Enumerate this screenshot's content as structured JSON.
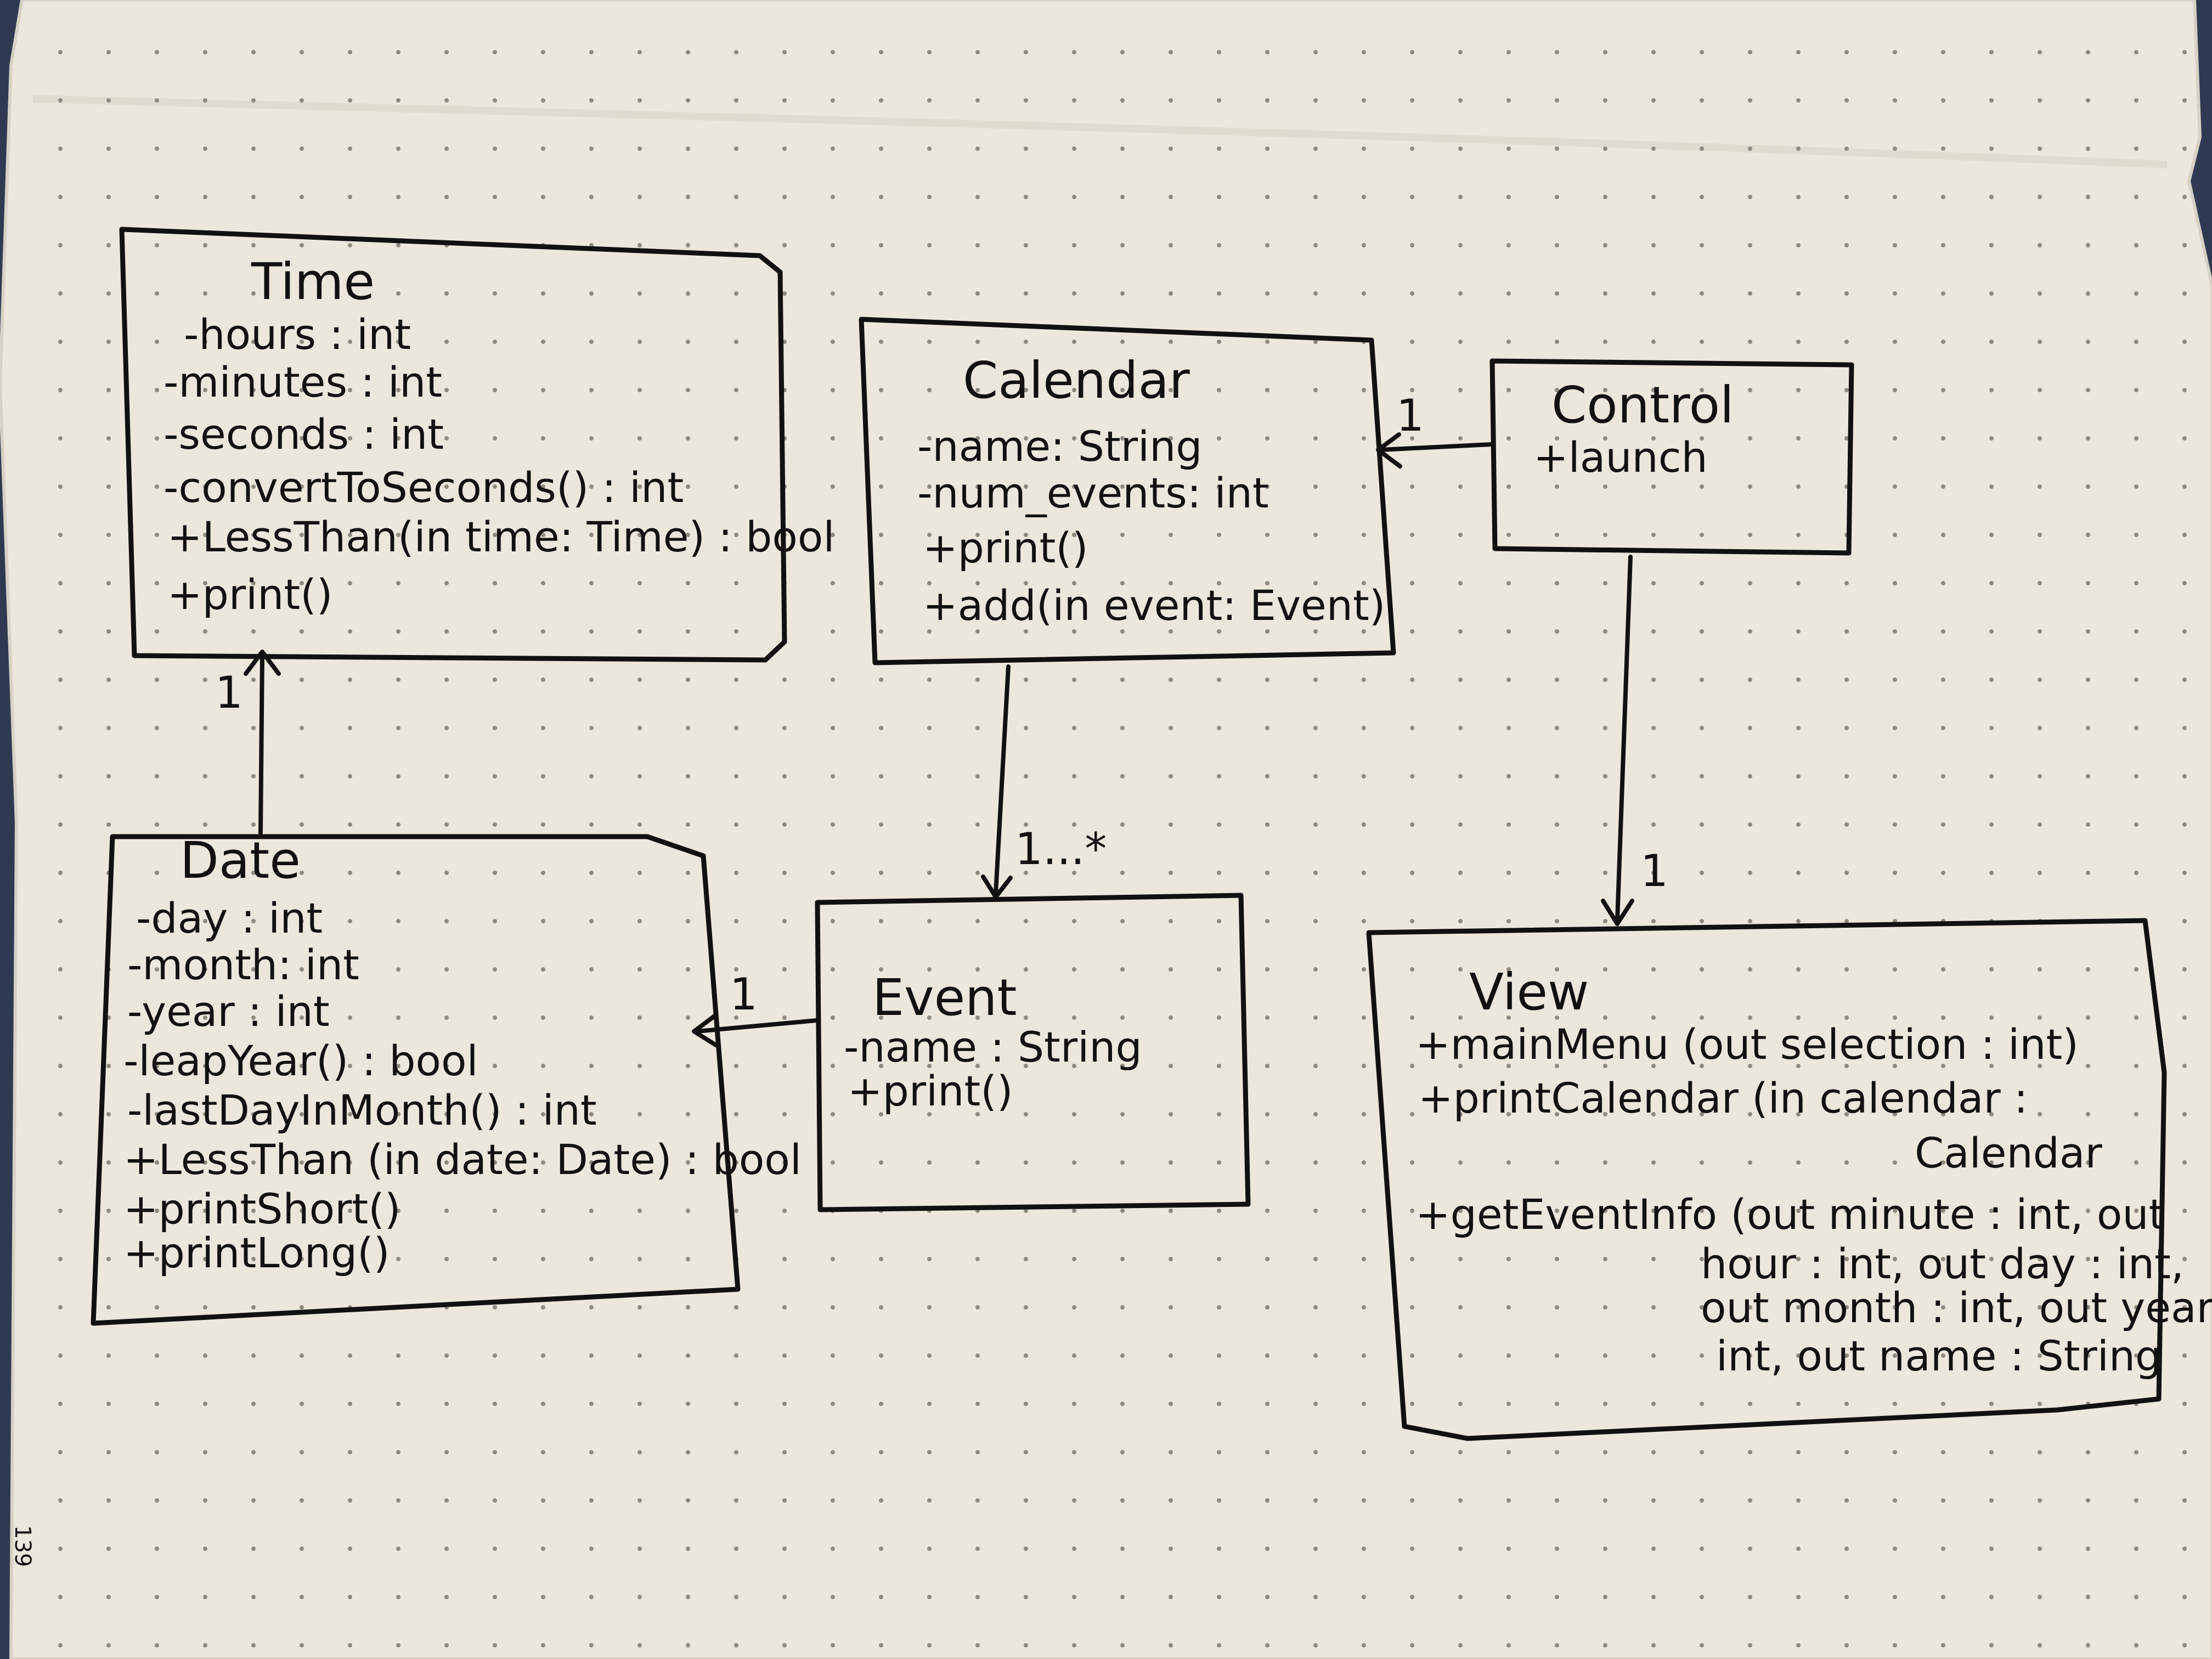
{
  "page": {
    "paper_color": "#ece7dd",
    "ink_color": "#111111",
    "background_color": "#2f3a52",
    "page_number": "139"
  },
  "classes": {
    "time": {
      "name": "Time",
      "members": [
        "-hours : int",
        "-minutes : int",
        "-seconds : int",
        "-convertToSeconds() : int",
        "+LessThan(in time: Time) : bool",
        "+print()"
      ]
    },
    "calendar": {
      "name": "Calendar",
      "members": [
        "-name: String",
        "-num_events: int",
        "+print()",
        "+add(in event: Event)"
      ]
    },
    "control": {
      "name": "Control",
      "members": [
        "+launch"
      ]
    },
    "date": {
      "name": "Date",
      "members": [
        "-day : int",
        "-month: int",
        "-year : int",
        "-leapYear() : bool",
        "-lastDayInMonth() : int",
        "+LessThan (in date: Date) : bool",
        "+printShort()",
        "+printLong()"
      ]
    },
    "event": {
      "name": "Event",
      "members": [
        "-name : String",
        "+print()"
      ]
    },
    "view": {
      "name": "View",
      "lines": [
        "+mainMenu (out selection : int)",
        "+printCalendar (in calendar :",
        "Calendar",
        "+getEventInfo (out minute : int, out",
        "hour : int, out day : int,",
        "out month : int, out year :",
        "int, out name : String"
      ]
    }
  },
  "relations": [
    {
      "from": "Date",
      "to": "Time",
      "multiplicity": "1"
    },
    {
      "from": "Calendar",
      "to": "Event",
      "multiplicity": "1...*"
    },
    {
      "from": "Control",
      "to": "Calendar",
      "multiplicity": "1"
    },
    {
      "from": "Control",
      "to": "View",
      "multiplicity": "1"
    },
    {
      "from": "Event",
      "to": "Date",
      "multiplicity": "1"
    }
  ]
}
